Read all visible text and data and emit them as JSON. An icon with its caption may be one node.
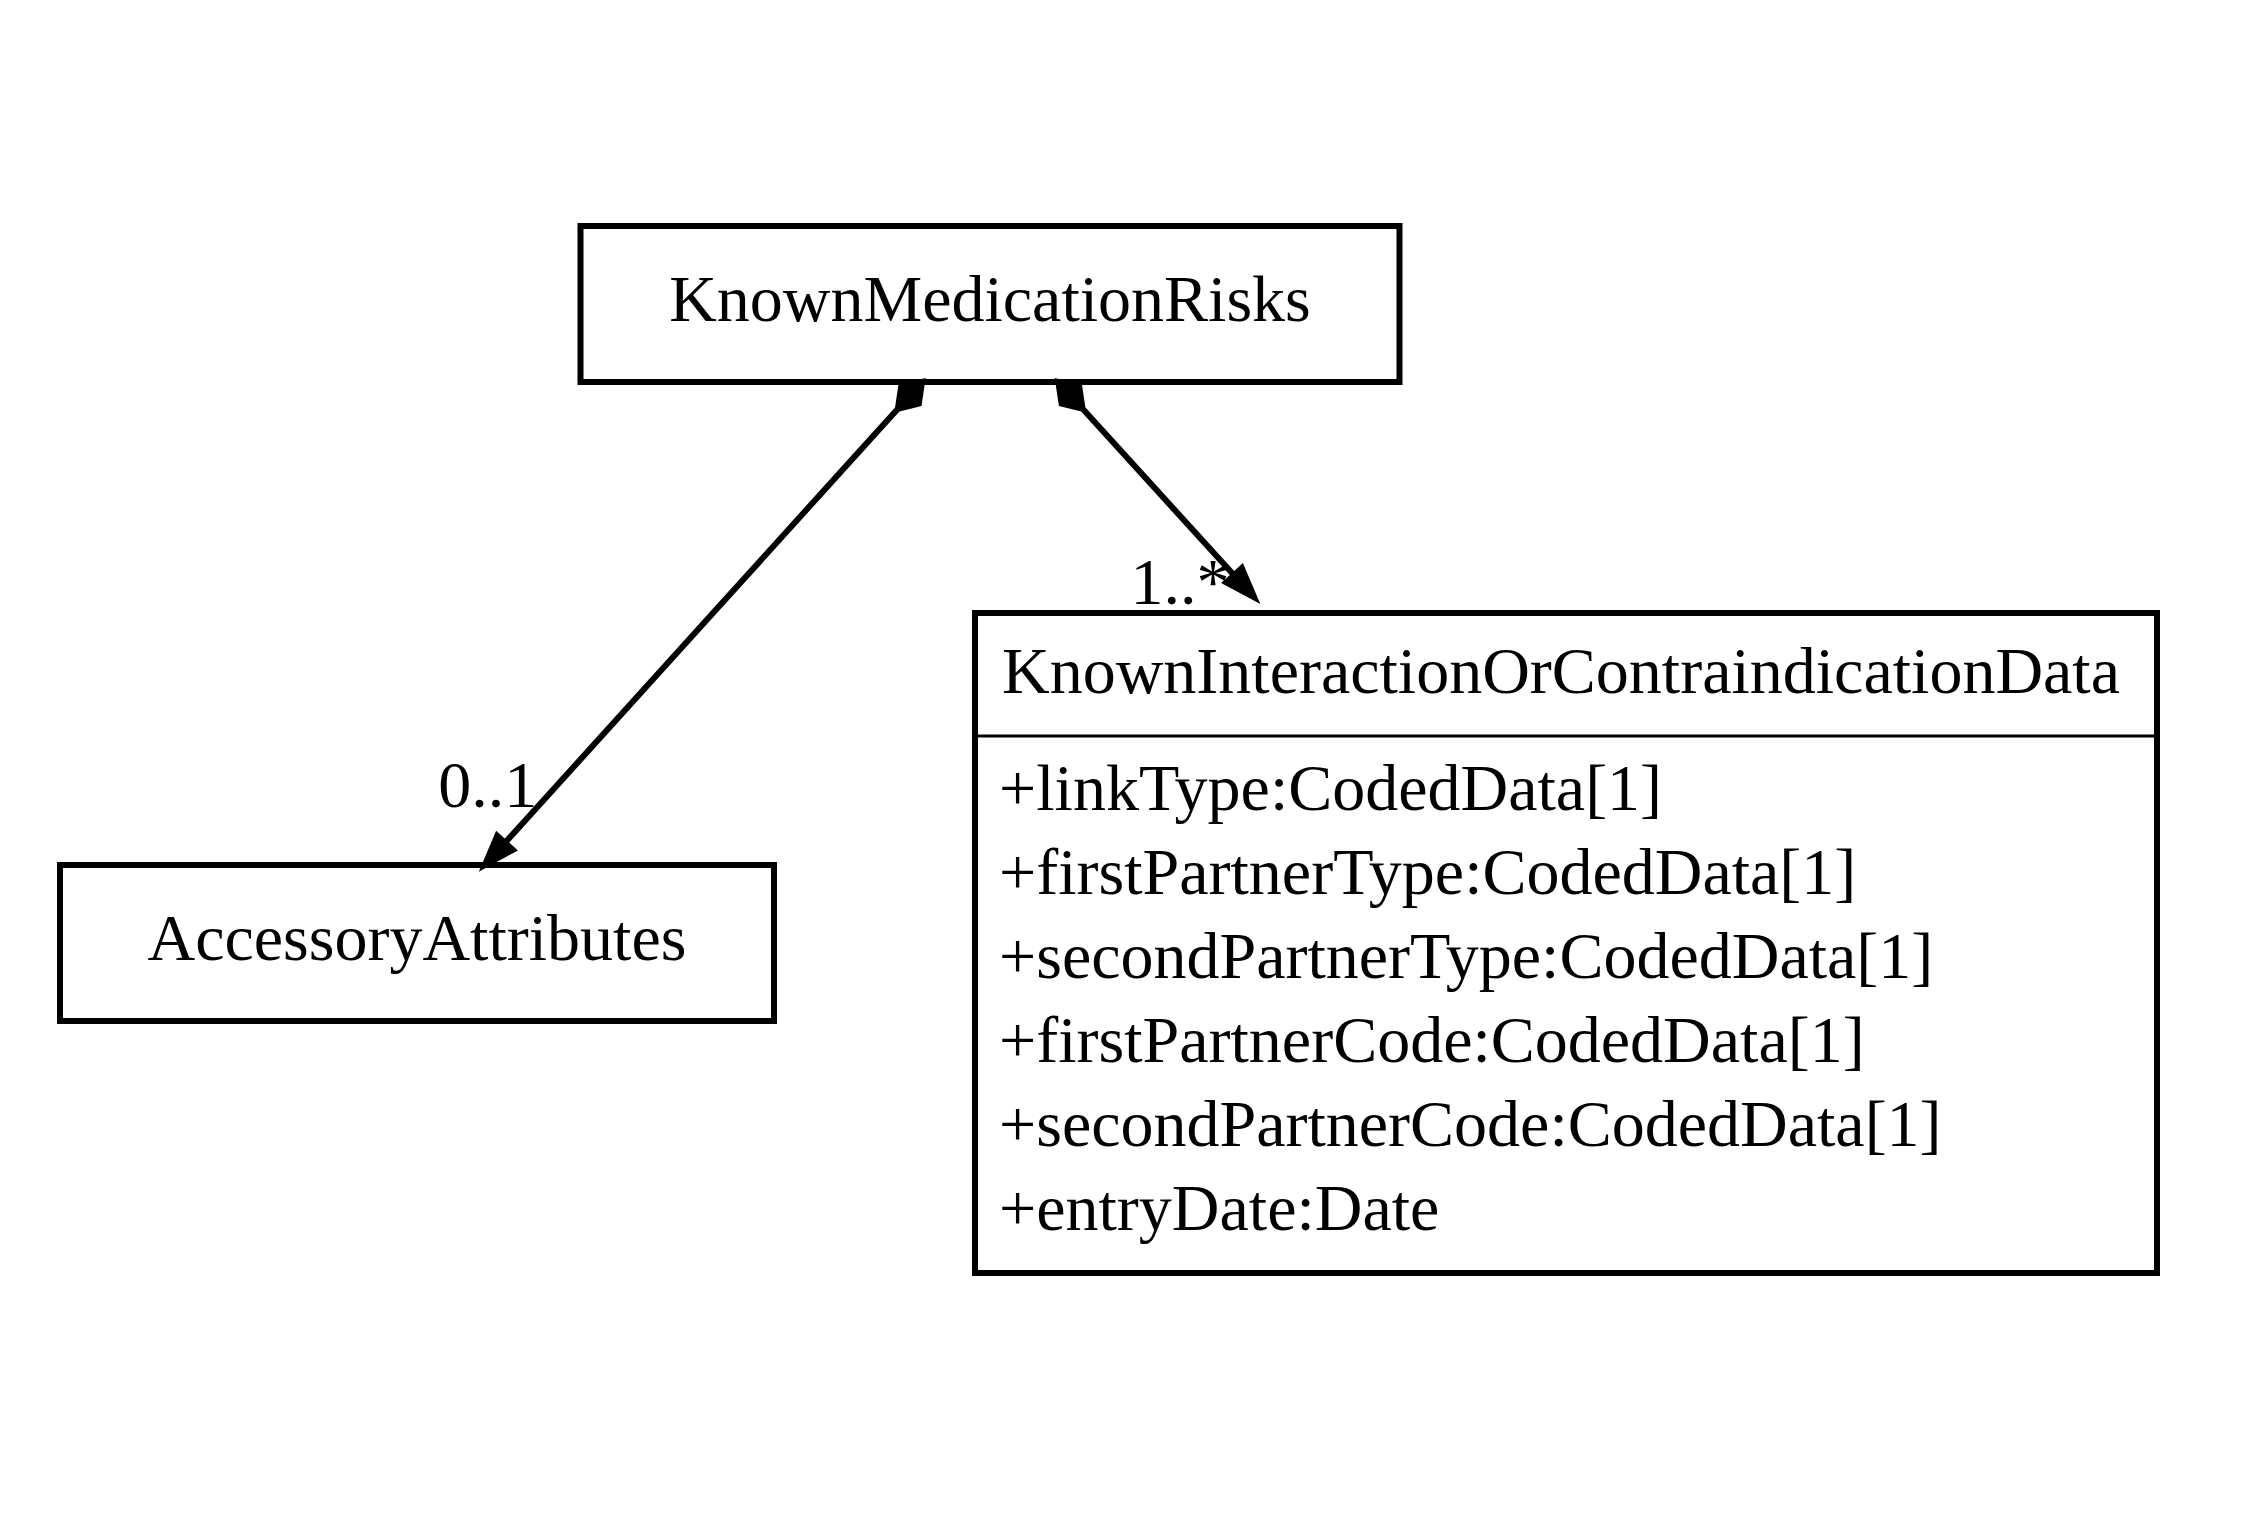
{
  "diagram": {
    "nodes": [
      {
        "text": [
          "KnownMedicationRisks"
        ]
      },
      {
        "text": [
          "AccessoryAttributes"
        ]
      },
      {
        "text": [
          "KnownInteractionOrContraindicationData",
          "+linkType:CodedData[1]",
          "+firstPartnerType:CodedData[1]",
          "+secondPartnerType:CodedData[1]",
          "+firstPartnerCode:CodedData[1]",
          "+secondPartnerCode:CodedData[1]",
          "+entryDate:Date"
        ]
      }
    ],
    "edges": [
      {
        "from": 0,
        "to": 1,
        "arrow": "to",
        "label": "0..1"
      },
      {
        "from": 0,
        "to": 2,
        "arrow": "to",
        "label": "1..*"
      }
    ]
  }
}
